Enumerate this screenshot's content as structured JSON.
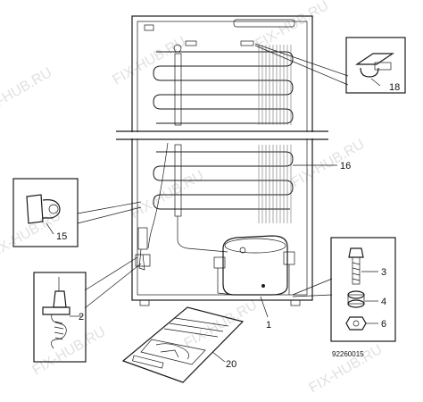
{
  "diagram": {
    "parts": [
      {
        "id": "part-18",
        "label": "18"
      },
      {
        "id": "part-16",
        "label": "16"
      },
      {
        "id": "part-15",
        "label": "15"
      },
      {
        "id": "part-3",
        "label": "3"
      },
      {
        "id": "part-4",
        "label": "4"
      },
      {
        "id": "part-6",
        "label": "6"
      },
      {
        "id": "part-2",
        "label": "2"
      },
      {
        "id": "part-1",
        "label": "1"
      },
      {
        "id": "part-20",
        "label": "20"
      }
    ],
    "drawing_code": "92260015"
  },
  "watermark": {
    "text": "FIX-HUB.RU",
    "color": "#c8c8c8"
  }
}
